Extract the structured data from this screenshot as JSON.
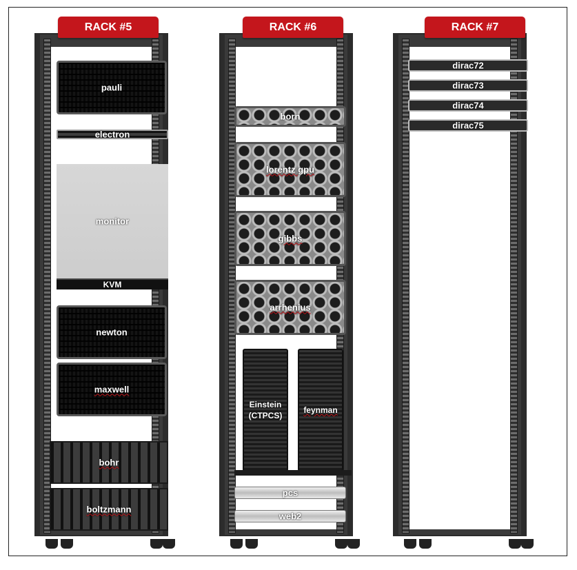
{
  "racks": [
    {
      "label": "RACK #5",
      "servers": {
        "pauli": "pauli",
        "electron": "electron",
        "monitor": "monitor",
        "kvm": "KVM",
        "newton": "newton",
        "maxwell": "maxwell",
        "bohr": "bohr",
        "boltzmann": "boltzmann"
      }
    },
    {
      "label": "RACK #6",
      "servers": {
        "born": "born",
        "lorentz": "lorentz gpu",
        "gibbs": "gibbs",
        "arrhenius": "arrhenius",
        "einstein": "Einstein\n(CTPCS)",
        "feynman": "feynman",
        "pcs": "pcs",
        "web2": "web2"
      }
    },
    {
      "label": "RACK #7",
      "servers": {
        "dirac72": "dirac72",
        "dirac73": "dirac73",
        "dirac74": "dirac74",
        "dirac75": "dirac75"
      }
    }
  ],
  "colors": {
    "rack_label": "#c4161c",
    "rack_frame": "#3a3a3a"
  }
}
